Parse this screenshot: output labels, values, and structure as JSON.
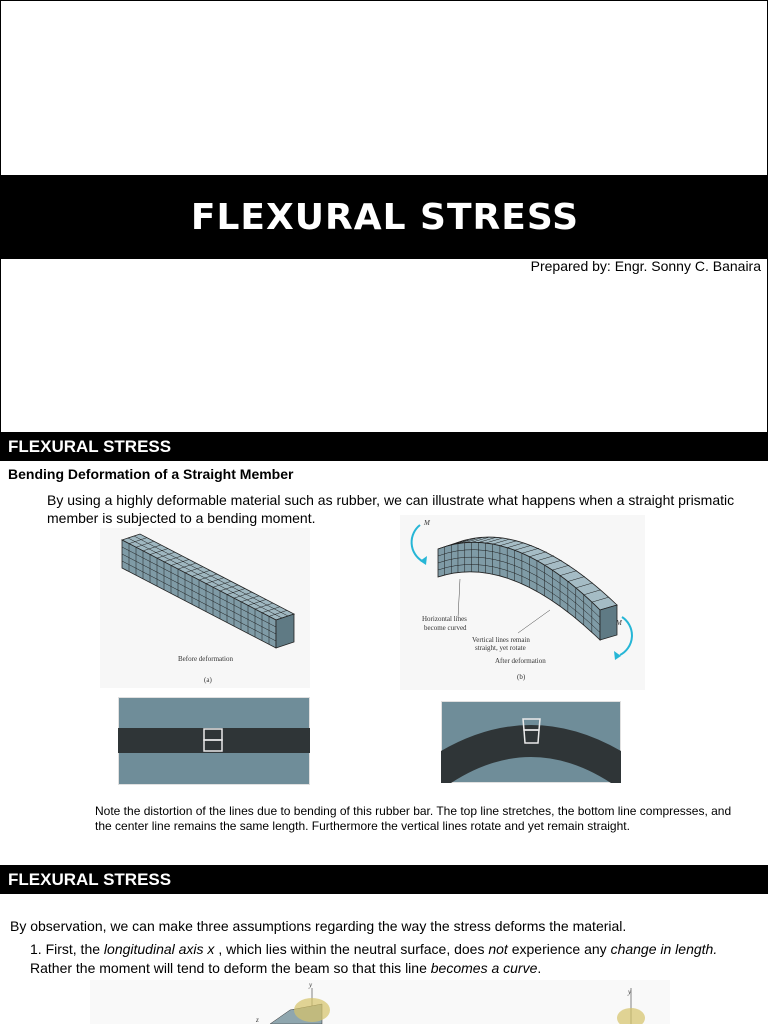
{
  "slide1": {
    "title": "FLEXURAL STRESS",
    "prepared_by": "Prepared by: Engr. Sonny C. Banaira"
  },
  "slide2": {
    "header": "FLEXURAL STRESS",
    "subheading": "Bending Deformation of a Straight Member",
    "intro": "By using a highly deformable material such as rubber, we can illustrate what happens when a straight prismatic member is subjected to a bending moment.",
    "figure_a": {
      "caption": "Before deformation",
      "label": "(a)"
    },
    "figure_b": {
      "moment_label": "M",
      "horizontal_note_1": "Horizontal lines",
      "horizontal_note_2": "become curved",
      "vertical_note_1": "Vertical lines remain",
      "vertical_note_2": "straight, yet rotate",
      "caption": "After deformation",
      "label": "(b)"
    },
    "note": "Note the distortion of the lines due to bending of this rubber bar. The top line stretches, the bottom line compresses, and the center line remains the same length. Furthermore the vertical lines rotate and yet remain straight."
  },
  "slide3": {
    "header": "FLEXURAL STRESS",
    "observation": "By observation, we can make three assumptions regarding the way the stress deforms the material.",
    "point1": {
      "number": "1. First, the ",
      "em1": "longitudinal axis x",
      "t1": " , which lies within the neutral surface, does ",
      "em2": "not",
      "t2": " experience  any ",
      "em3": "change in length.",
      "t3": " Rather the moment will tend to deform the beam so that this line ",
      "em4": "becomes a curve",
      "t4": "."
    },
    "axis_labels": {
      "y": "y",
      "z": "z"
    }
  },
  "colors": {
    "band": "#000000",
    "rubber": "#6f8d99",
    "rubber_dark": "#2f3537"
  }
}
